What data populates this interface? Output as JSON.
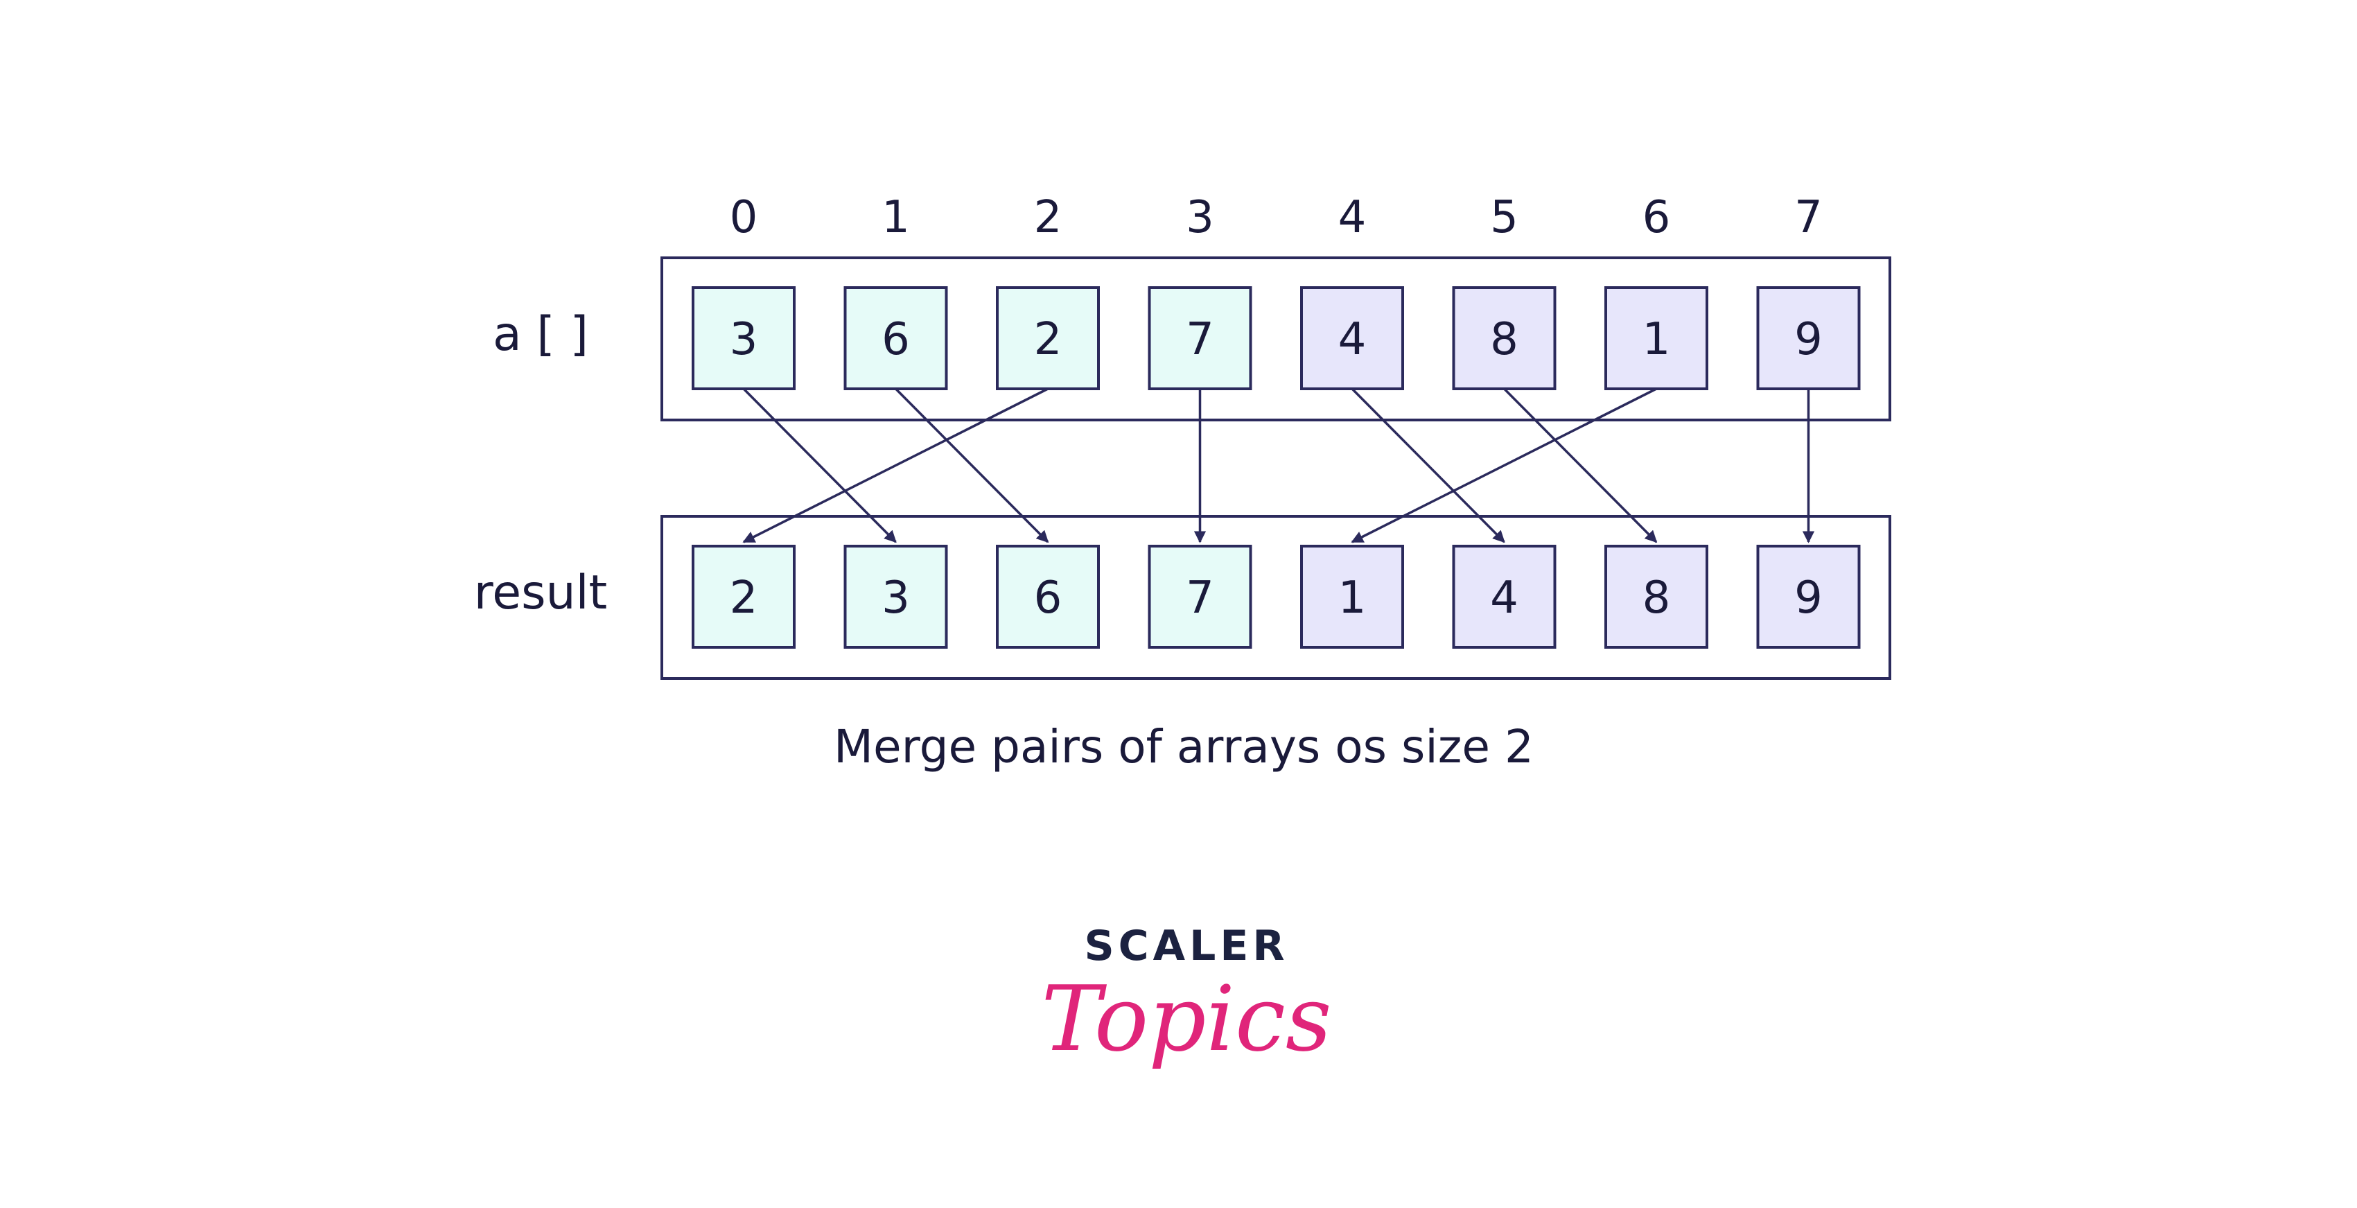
{
  "colors": {
    "ink": "#2b2a5c",
    "left_half_fill": "#e6fbf8",
    "right_half_fill": "#e7e6fb",
    "brand_dark": "#1c2240",
    "brand_pink": "#e0257a"
  },
  "indices": [
    "0",
    "1",
    "2",
    "3",
    "4",
    "5",
    "6",
    "7"
  ],
  "source_array": {
    "label": "a [ ]",
    "values": [
      "3",
      "6",
      "2",
      "7",
      "4",
      "8",
      "1",
      "9"
    ]
  },
  "result_array": {
    "label": "result",
    "values": [
      "2",
      "3",
      "6",
      "7",
      "1",
      "4",
      "8",
      "9"
    ]
  },
  "arrows": [
    {
      "from": 0,
      "to": 1
    },
    {
      "from": 1,
      "to": 2
    },
    {
      "from": 2,
      "to": 0
    },
    {
      "from": 3,
      "to": 3
    },
    {
      "from": 4,
      "to": 5
    },
    {
      "from": 5,
      "to": 6
    },
    {
      "from": 6,
      "to": 4
    },
    {
      "from": 7,
      "to": 7
    }
  ],
  "caption": "Merge pairs of arrays os size 2",
  "logo": {
    "top": "SCALER",
    "bottom": "Topics"
  }
}
